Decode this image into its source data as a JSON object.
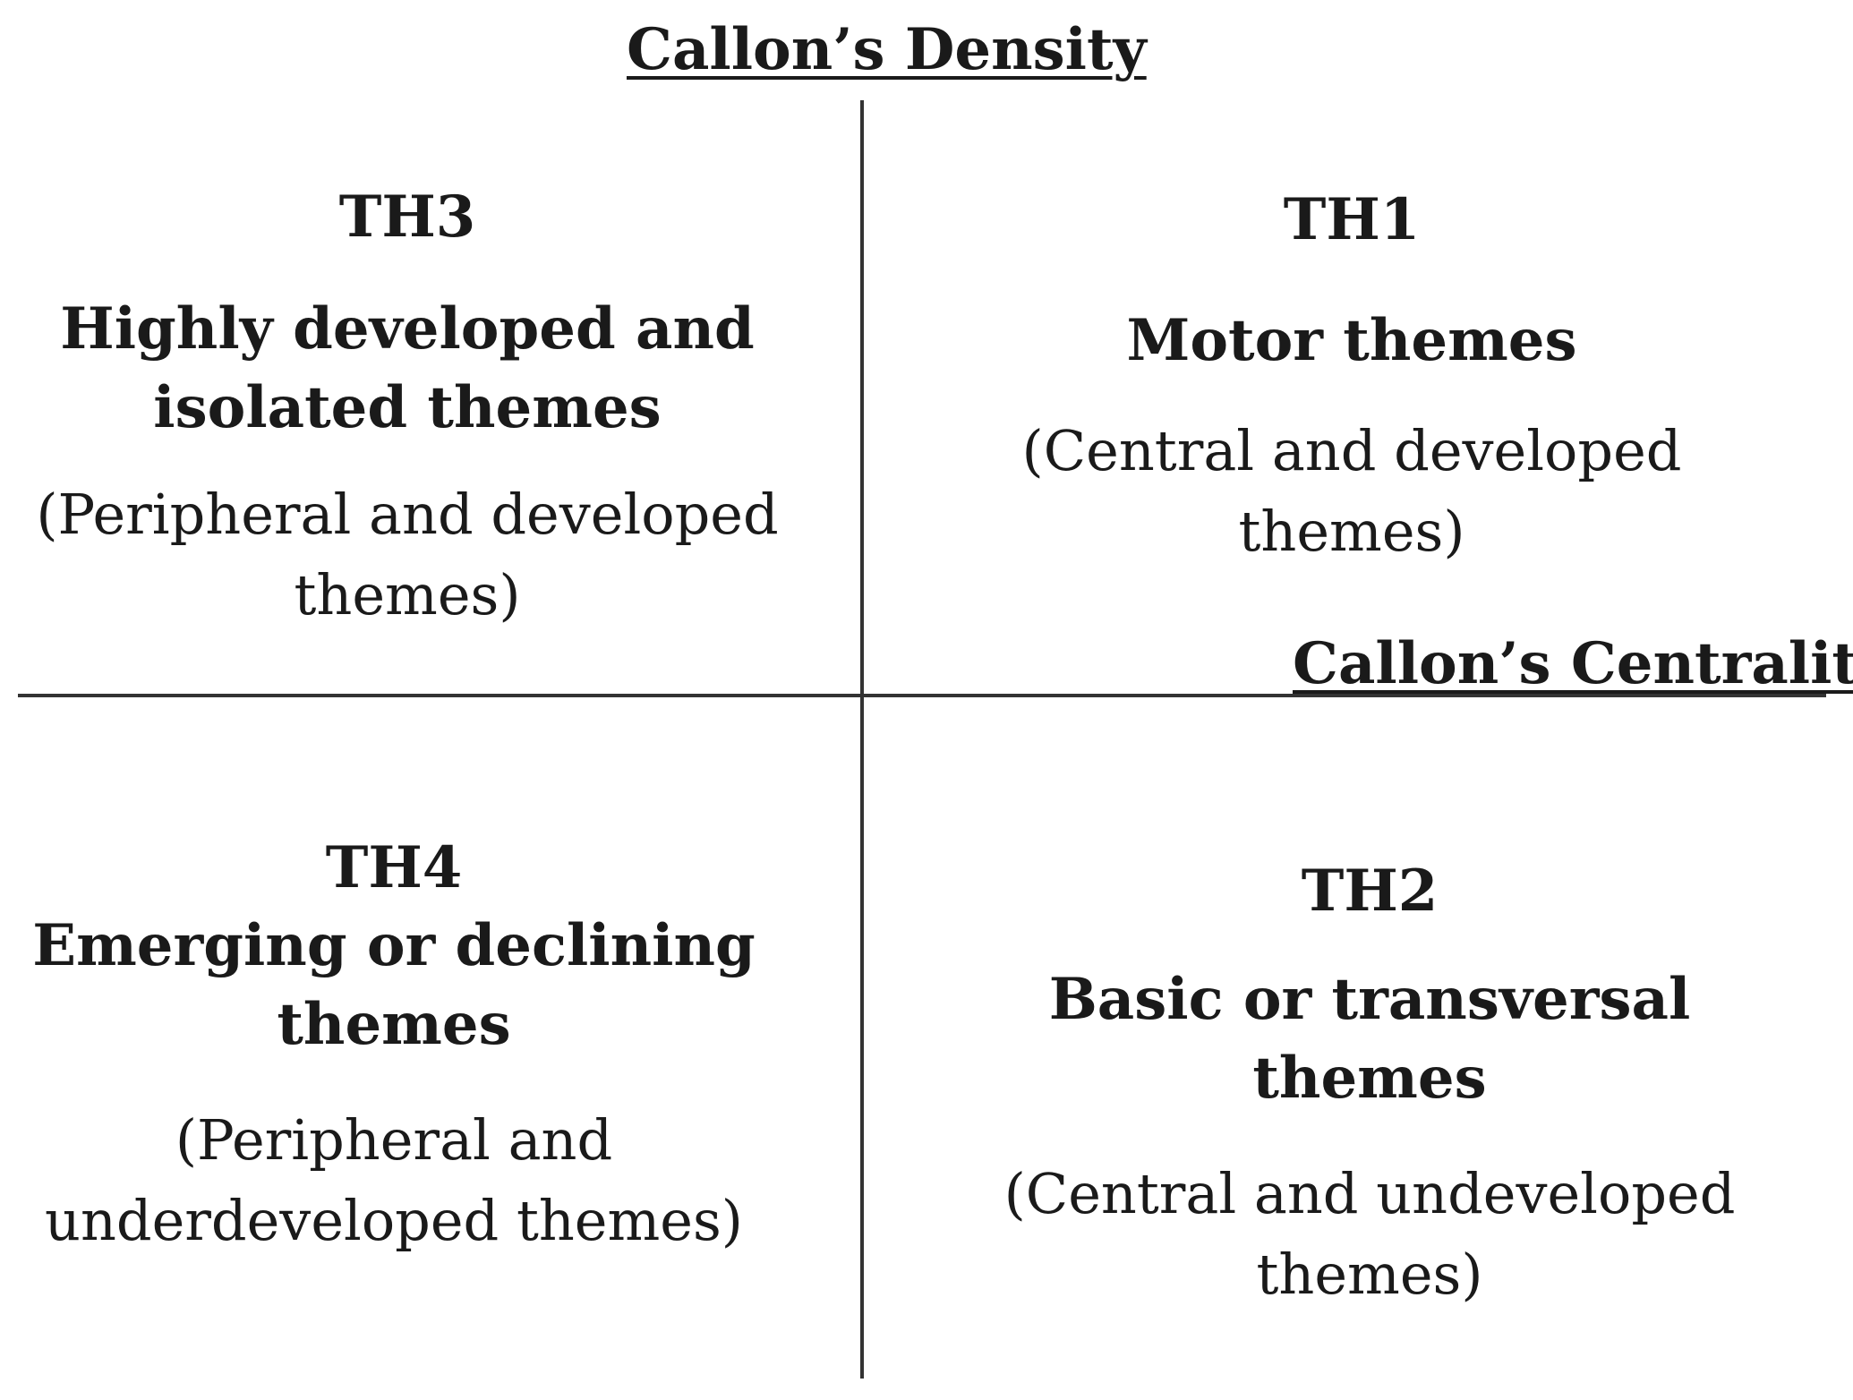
{
  "axes": {
    "vertical_label": "Callon’s Density",
    "horizontal_label": "Callon’s Centrality"
  },
  "quadrants": {
    "top_left": {
      "code": "TH3",
      "name_lines": [
        "Highly developed and",
        "isolated themes"
      ],
      "desc_lines": [
        "(Peripheral and developed",
        "themes)"
      ]
    },
    "top_right": {
      "code": "TH1",
      "name_lines": [
        "Motor themes"
      ],
      "desc_lines": [
        "(Central and developed",
        "themes)"
      ]
    },
    "bottom_left": {
      "code": "TH4",
      "name_lines": [
        "Emerging or declining",
        "themes"
      ],
      "desc_lines": [
        "(Peripheral and",
        "underdeveloped themes)"
      ]
    },
    "bottom_right": {
      "code": "TH2",
      "name_lines": [
        "Basic or transversal themes"
      ],
      "desc_lines": [
        "(Central and undeveloped",
        "themes)"
      ]
    }
  }
}
